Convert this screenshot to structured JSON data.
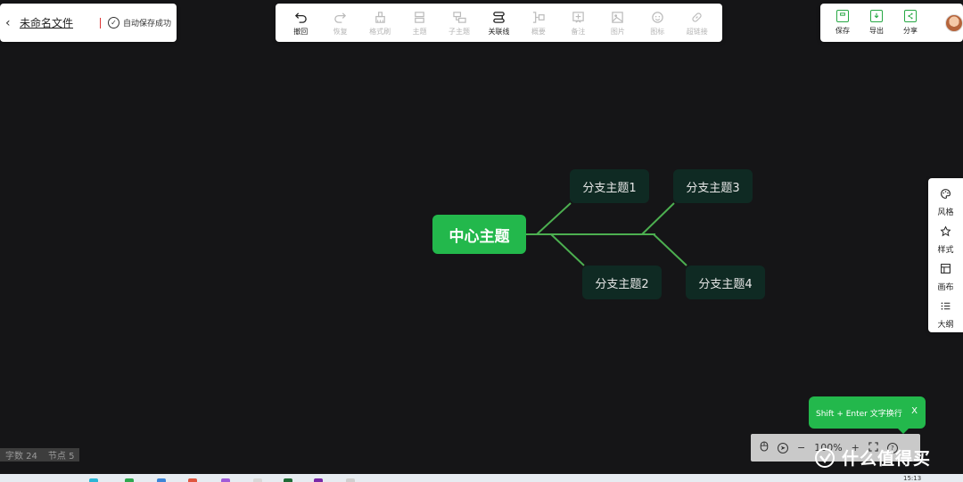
{
  "file": {
    "name": "未命名文件",
    "save_status": "自动保存成功"
  },
  "toolbar": [
    {
      "label": "撤回",
      "icon": "undo-icon",
      "enabled": true
    },
    {
      "label": "恢复",
      "icon": "redo-icon",
      "enabled": false
    },
    {
      "label": "格式刷",
      "icon": "format-brush-icon",
      "enabled": false
    },
    {
      "label": "主题",
      "icon": "topic-icon",
      "enabled": false
    },
    {
      "label": "子主题",
      "icon": "subtopic-icon",
      "enabled": false
    },
    {
      "label": "关联线",
      "icon": "relation-line-icon",
      "enabled": true
    },
    {
      "label": "概要",
      "icon": "summary-icon",
      "enabled": false
    },
    {
      "label": "备注",
      "icon": "note-icon",
      "enabled": false
    },
    {
      "label": "图片",
      "icon": "image-icon",
      "enabled": false
    },
    {
      "label": "图标",
      "icon": "emoji-icon",
      "enabled": false
    },
    {
      "label": "超链接",
      "icon": "link-icon",
      "enabled": false
    }
  ],
  "right_toolbar": [
    {
      "label": "保存",
      "icon": "save-icon"
    },
    {
      "label": "导出",
      "icon": "export-icon"
    },
    {
      "label": "分享",
      "icon": "share-icon"
    }
  ],
  "side_panel": [
    {
      "label": "风格",
      "icon": "palette-icon"
    },
    {
      "label": "样式",
      "icon": "style-icon"
    },
    {
      "label": "画布",
      "icon": "canvas-icon"
    },
    {
      "label": "大纲",
      "icon": "outline-icon"
    }
  ],
  "mindmap": {
    "center": "中心主题",
    "branches": [
      "分支主题1",
      "分支主题2",
      "分支主题3",
      "分支主题4"
    ]
  },
  "counts": {
    "words": "字数 24",
    "nodes": "节点 5"
  },
  "tooltip": {
    "text": "Shift + Enter 文字换行",
    "close": "X"
  },
  "zoom": {
    "minus": "−",
    "value": "100%",
    "plus": "+"
  },
  "watermark": {
    "text": "什么值得买"
  },
  "taskbar": {
    "clock": "15:13"
  },
  "colors": {
    "background": "#151517",
    "accent": "#23b84c",
    "branch_node": "#0f2a23",
    "line": "#4caf50"
  }
}
